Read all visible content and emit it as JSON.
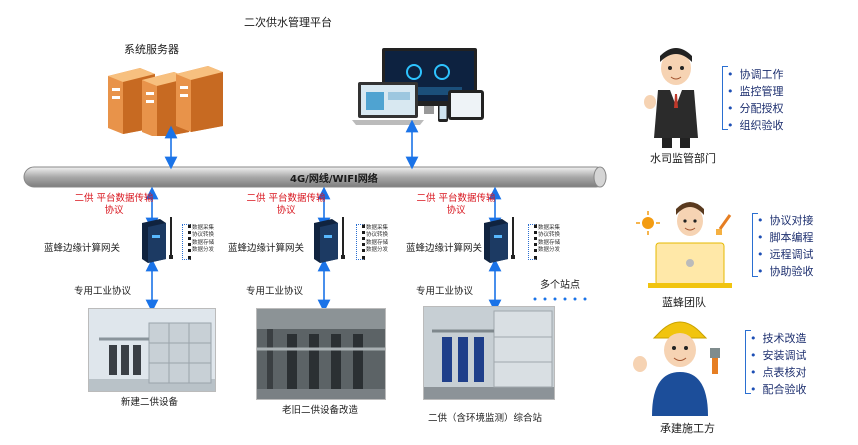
{
  "title": "二次供水管理平台",
  "server_label": "系统服务器",
  "network_bar": "4G/网线/WIFI网络",
  "gateways": [
    {
      "proto_top": "二供 平台数据传输\n协议",
      "name": "蓝蜂边缘计算网关",
      "features": [
        "数据采集",
        "协议转换",
        "数据存储",
        "数据分发"
      ],
      "proto_bottom": "专用工业协议",
      "site": "新建二供设备"
    },
    {
      "proto_top": "二供 平台数据传输\n协议",
      "name": "蓝蜂边缘计算网关",
      "features": [
        "数据采集",
        "协议转换",
        "数据存储",
        "数据分发"
      ],
      "proto_bottom": "专用工业协议",
      "site": "老旧二供设备改造"
    },
    {
      "proto_top": "二供 平台数据传输\n协议",
      "name": "蓝蜂边缘计算网关",
      "features": [
        "数据采集",
        "协议转换",
        "数据存储",
        "数据分发"
      ],
      "proto_bottom": "专用工业协议",
      "site": "二供（含环境监测）综合站"
    }
  ],
  "more_sites": "多个站点",
  "roles": [
    {
      "name": "水司监管部门",
      "duties": [
        "协调工作",
        "监控管理",
        "分配授权",
        "组织验收"
      ]
    },
    {
      "name": "蓝蜂团队",
      "duties": [
        "协议对接",
        "脚本编程",
        "远程调试",
        "协助验收"
      ]
    },
    {
      "name": "承建施工方",
      "duties": [
        "技术改造",
        "安装调试",
        "点表核对",
        "配合验收"
      ]
    }
  ],
  "colors": {
    "arrow": "#1a73e8",
    "accent_red": "#d8141d",
    "bracket": "#2a6fd1"
  }
}
